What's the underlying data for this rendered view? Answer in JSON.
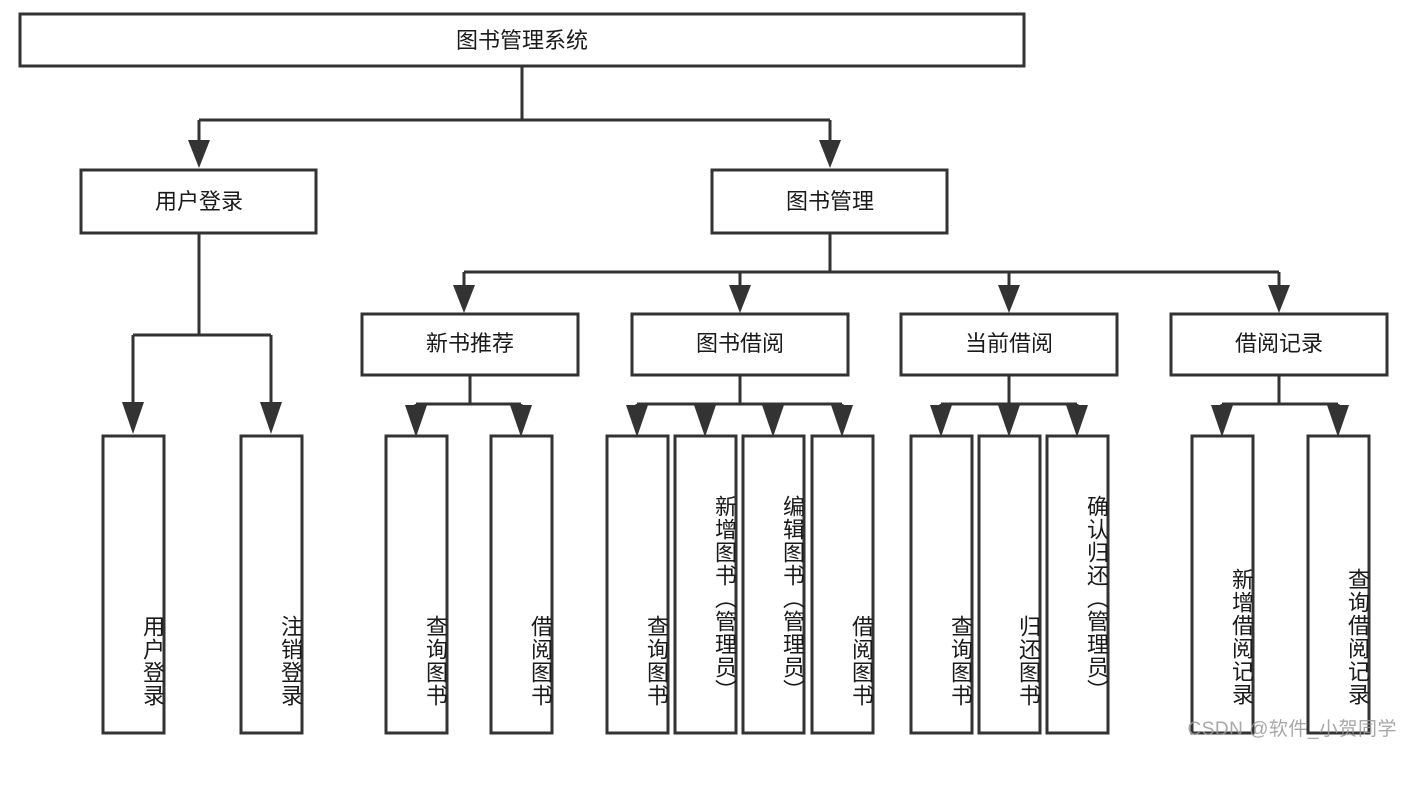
{
  "diagram": {
    "type": "tree",
    "title": "图书管理系统",
    "orientation": "top-down",
    "colors": {
      "box_stroke": "#333333",
      "box_fill": "#ffffff",
      "text": "#1a1a1a",
      "background": "#ffffff",
      "watermark": "#9a9a9a"
    },
    "root": {
      "label": "图书管理系统"
    },
    "level2": [
      {
        "label": "用户登录"
      },
      {
        "label": "图书管理"
      }
    ],
    "level3": [
      {
        "label": "新书推荐"
      },
      {
        "label": "图书借阅"
      },
      {
        "label": "当前借阅"
      },
      {
        "label": "借阅记录"
      }
    ],
    "leaves": {
      "user_login": [
        {
          "label": "用户登录"
        },
        {
          "label": "注销登录"
        }
      ],
      "new_book_recommend": [
        {
          "label": "查询图书"
        },
        {
          "label": "借阅图书"
        }
      ],
      "book_borrow": [
        {
          "label": "查询图书"
        },
        {
          "label": "新增图书（管理员）"
        },
        {
          "label": "编辑图书（管理员）"
        },
        {
          "label": "借阅图书"
        }
      ],
      "current_borrow": [
        {
          "label": "查询图书"
        },
        {
          "label": "归还图书"
        },
        {
          "label": "确认归还（管理员）"
        }
      ],
      "borrow_record": [
        {
          "label": "新增借阅记录"
        },
        {
          "label": "查询借阅记录"
        }
      ]
    },
    "watermark": "CSDN @软件_小贺同学"
  }
}
